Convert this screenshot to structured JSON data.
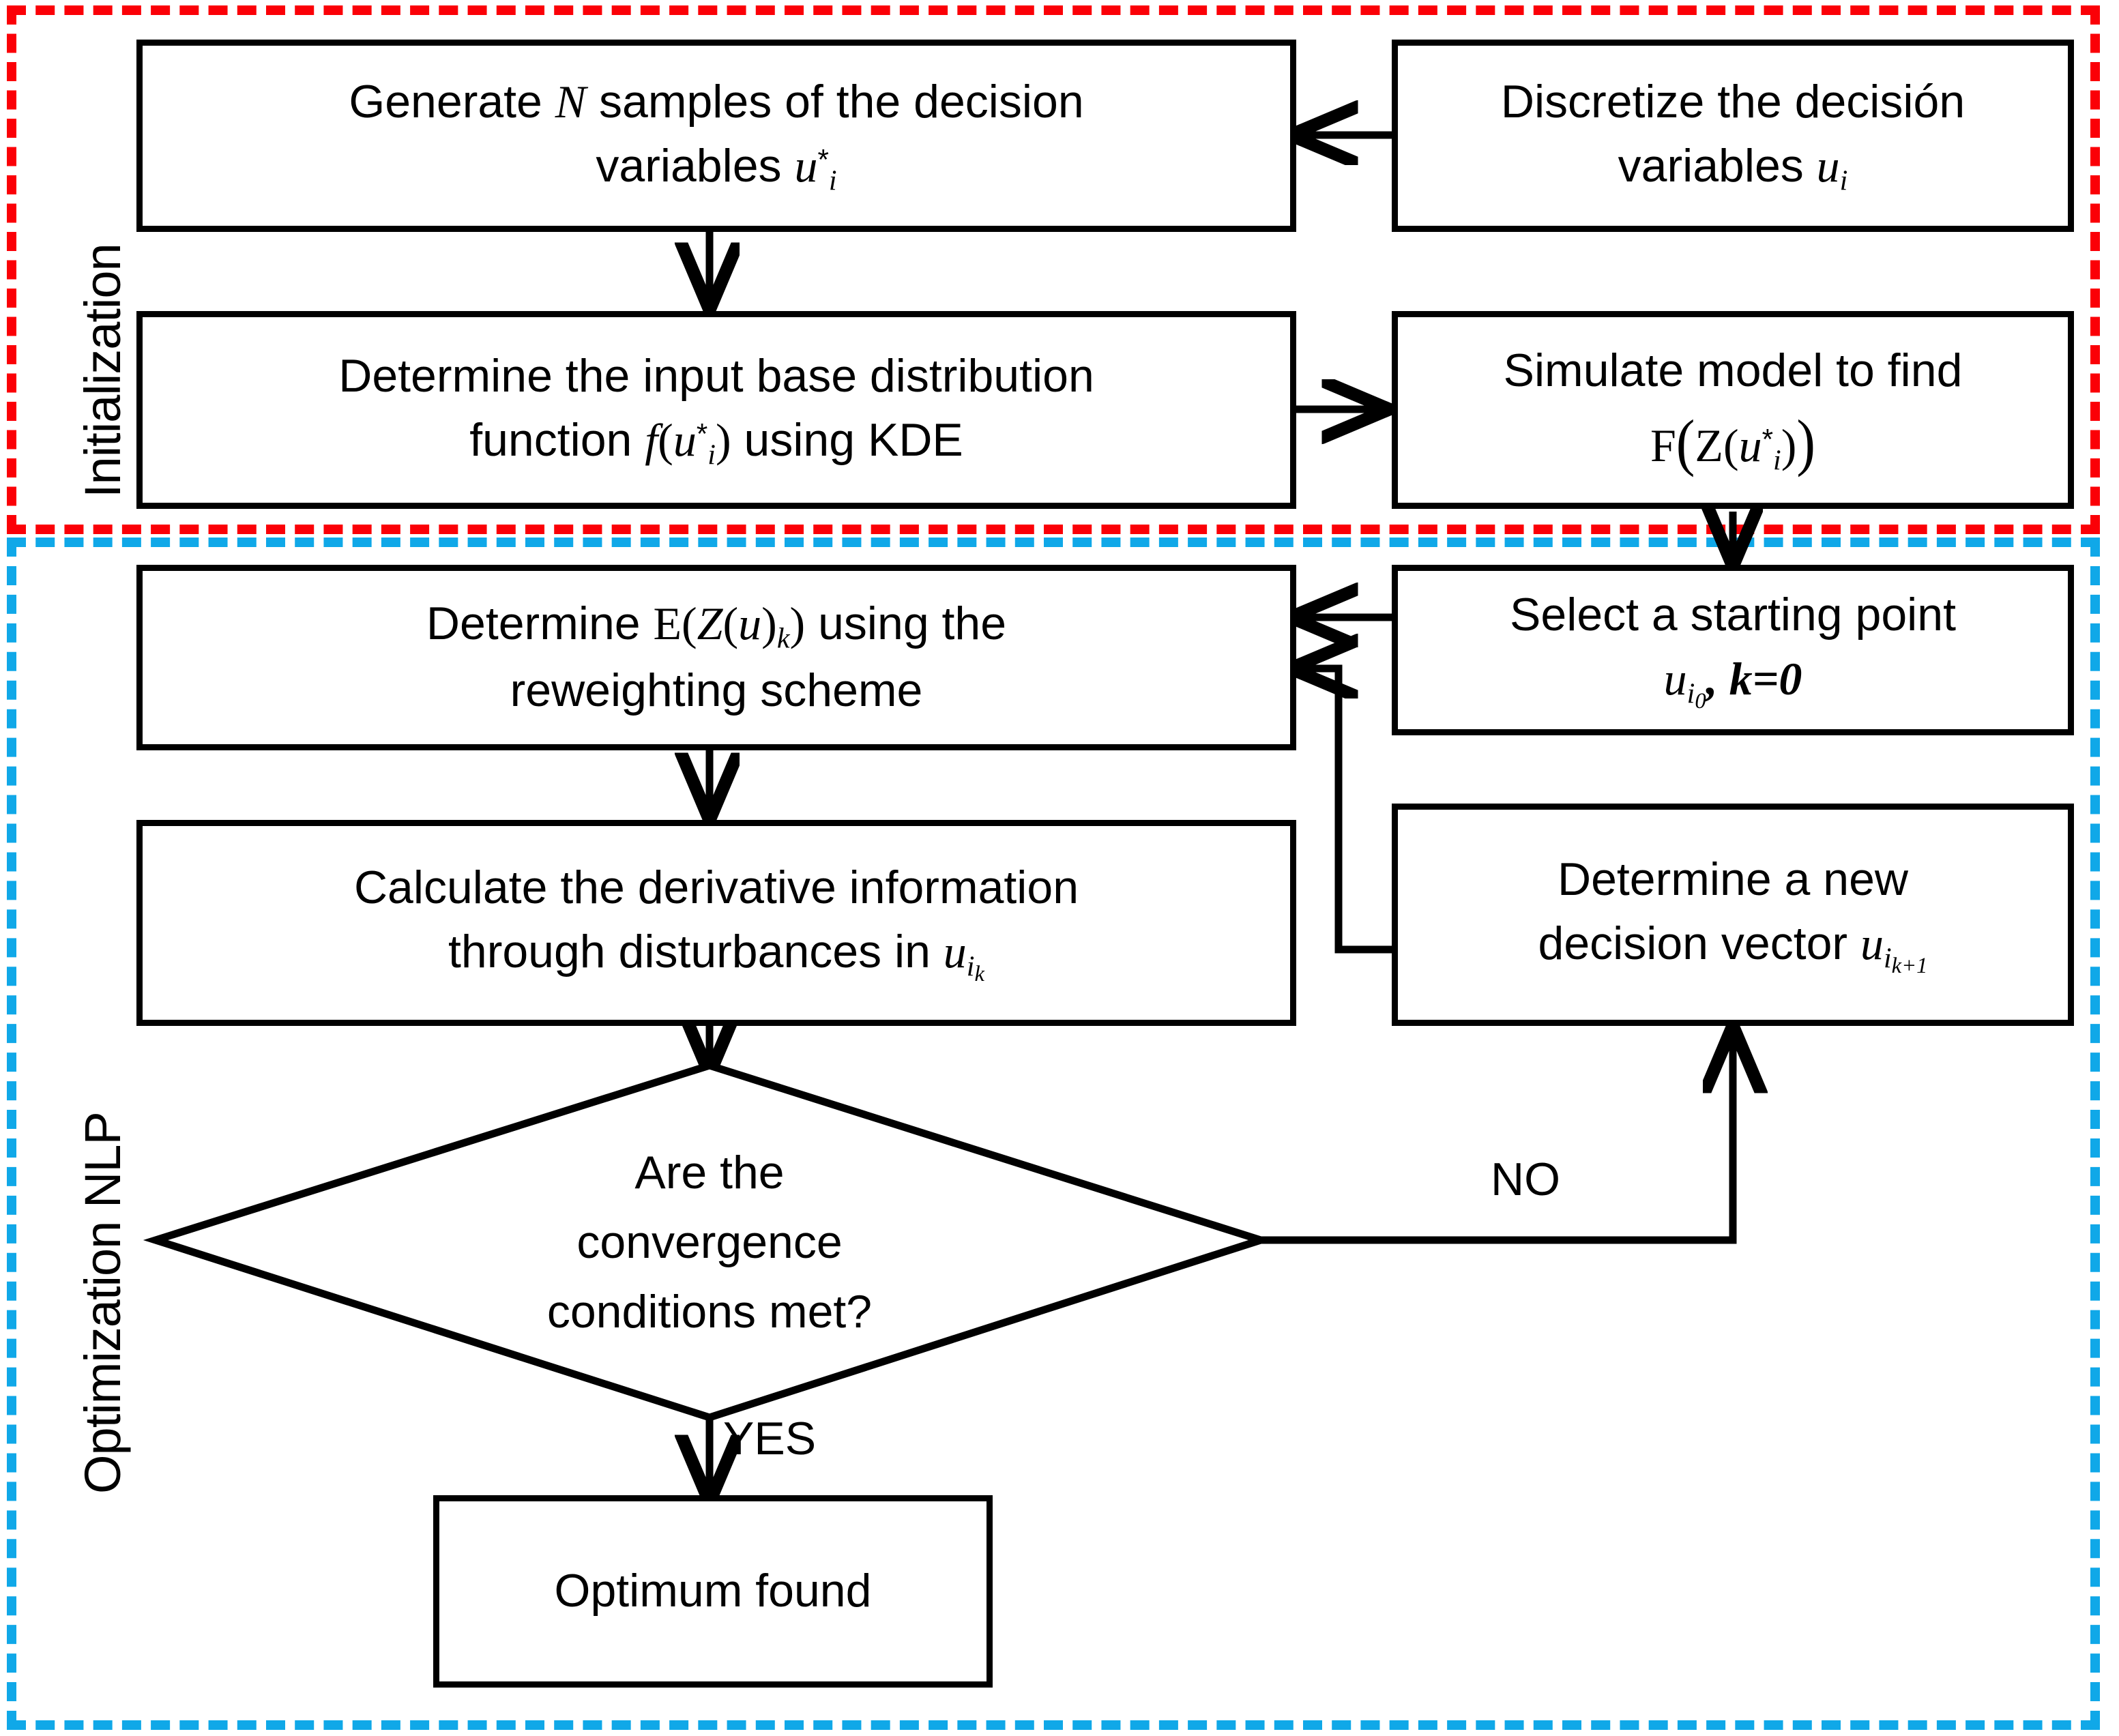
{
  "diagram": {
    "type": "flowchart",
    "title": "Stochastic optimization algorithm flowchart",
    "phases": [
      {
        "id": "initialization",
        "label": "Initialization",
        "color": "#fb0007"
      },
      {
        "id": "optimization-nlp",
        "label": "Optimization NLP",
        "color": "#10a8e8"
      }
    ],
    "nodes": [
      {
        "id": "generate-samples",
        "shape": "process",
        "phase": "initialization",
        "line1_a": "Generate ",
        "line1_n": "N",
        "line1_b": " samples of the decision",
        "line2_a": "variables ",
        "line2_var": "u",
        "line2_sub": "i",
        "line2_sup": "*"
      },
      {
        "id": "discretize-variables",
        "shape": "process",
        "phase": "initialization",
        "line1": "Discretize the decisión",
        "line2_a": "variables ",
        "line2_var": "u",
        "line2_sub": "i"
      },
      {
        "id": "input-base-distribution",
        "shape": "process",
        "phase": "initialization",
        "line1": "Determine the input base distribution",
        "line2_a": "function ",
        "line2_f": "f",
        "line2_open": "(",
        "line2_var": "u",
        "line2_sub": "i",
        "line2_sup": "*",
        "line2_close": ")",
        "line2_b": " using KDE"
      },
      {
        "id": "simulate-model",
        "shape": "process",
        "phase": "initialization",
        "line1": "Simulate model to find",
        "line2_F": "F",
        "line2_open": "(",
        "line2_Z": "Z",
        "line2_open2": "(",
        "line2_var": "u",
        "line2_sub": "i",
        "line2_sup": "*",
        "line2_close2": ")",
        "line2_close": ")"
      },
      {
        "id": "determine-expectation",
        "shape": "process",
        "phase": "optimization-nlp",
        "line1_a": "Determine ",
        "line1_E": "E",
        "line1_open": "(",
        "line1_Z": "Z",
        "line1_open2": "(",
        "line1_u": "u",
        "line1_close2": ")",
        "line1_sub": "k",
        "line1_close": ")",
        "line1_b": " using the",
        "line2": "reweighting scheme"
      },
      {
        "id": "select-starting-point",
        "shape": "process",
        "phase": "optimization-nlp",
        "line1": "Select a starting point",
        "line2_var": "u",
        "line2_sub": "i",
        "line2_subsub": "0",
        "line2_b": ", ",
        "line2_k": "k=0"
      },
      {
        "id": "calculate-derivative",
        "shape": "process",
        "phase": "optimization-nlp",
        "line1": "Calculate the derivative information",
        "line2_a": "through disturbances in ",
        "line2_var": "u",
        "line2_sub": "i",
        "line2_subsub": "k"
      },
      {
        "id": "determine-new-vector",
        "shape": "process",
        "phase": "optimization-nlp",
        "line1": "Determine a new",
        "line2_a": "decision vector  ",
        "line2_var": "u",
        "line2_sub": "i",
        "line2_subsub": "k+1"
      },
      {
        "id": "convergence-check",
        "shape": "decision",
        "phase": "optimization-nlp",
        "line1": "Are the",
        "line2": "convergence",
        "line3": "conditions met?"
      },
      {
        "id": "optimum-found",
        "shape": "process",
        "phase": "optimization-nlp",
        "line1": "Optimum found"
      }
    ],
    "edge_labels": {
      "yes": "YES",
      "no": "NO"
    },
    "edges": [
      {
        "from": "discretize-variables",
        "to": "generate-samples",
        "label": ""
      },
      {
        "from": "generate-samples",
        "to": "input-base-distribution",
        "label": ""
      },
      {
        "from": "input-base-distribution",
        "to": "simulate-model",
        "label": ""
      },
      {
        "from": "simulate-model",
        "to": "select-starting-point",
        "label": ""
      },
      {
        "from": "select-starting-point",
        "to": "determine-expectation",
        "label": ""
      },
      {
        "from": "determine-expectation",
        "to": "calculate-derivative",
        "label": ""
      },
      {
        "from": "calculate-derivative",
        "to": "convergence-check",
        "label": ""
      },
      {
        "from": "convergence-check",
        "to": "determine-new-vector",
        "label": "NO"
      },
      {
        "from": "convergence-check",
        "to": "optimum-found",
        "label": "YES"
      },
      {
        "from": "determine-new-vector",
        "to": "determine-expectation",
        "label": ""
      }
    ]
  }
}
